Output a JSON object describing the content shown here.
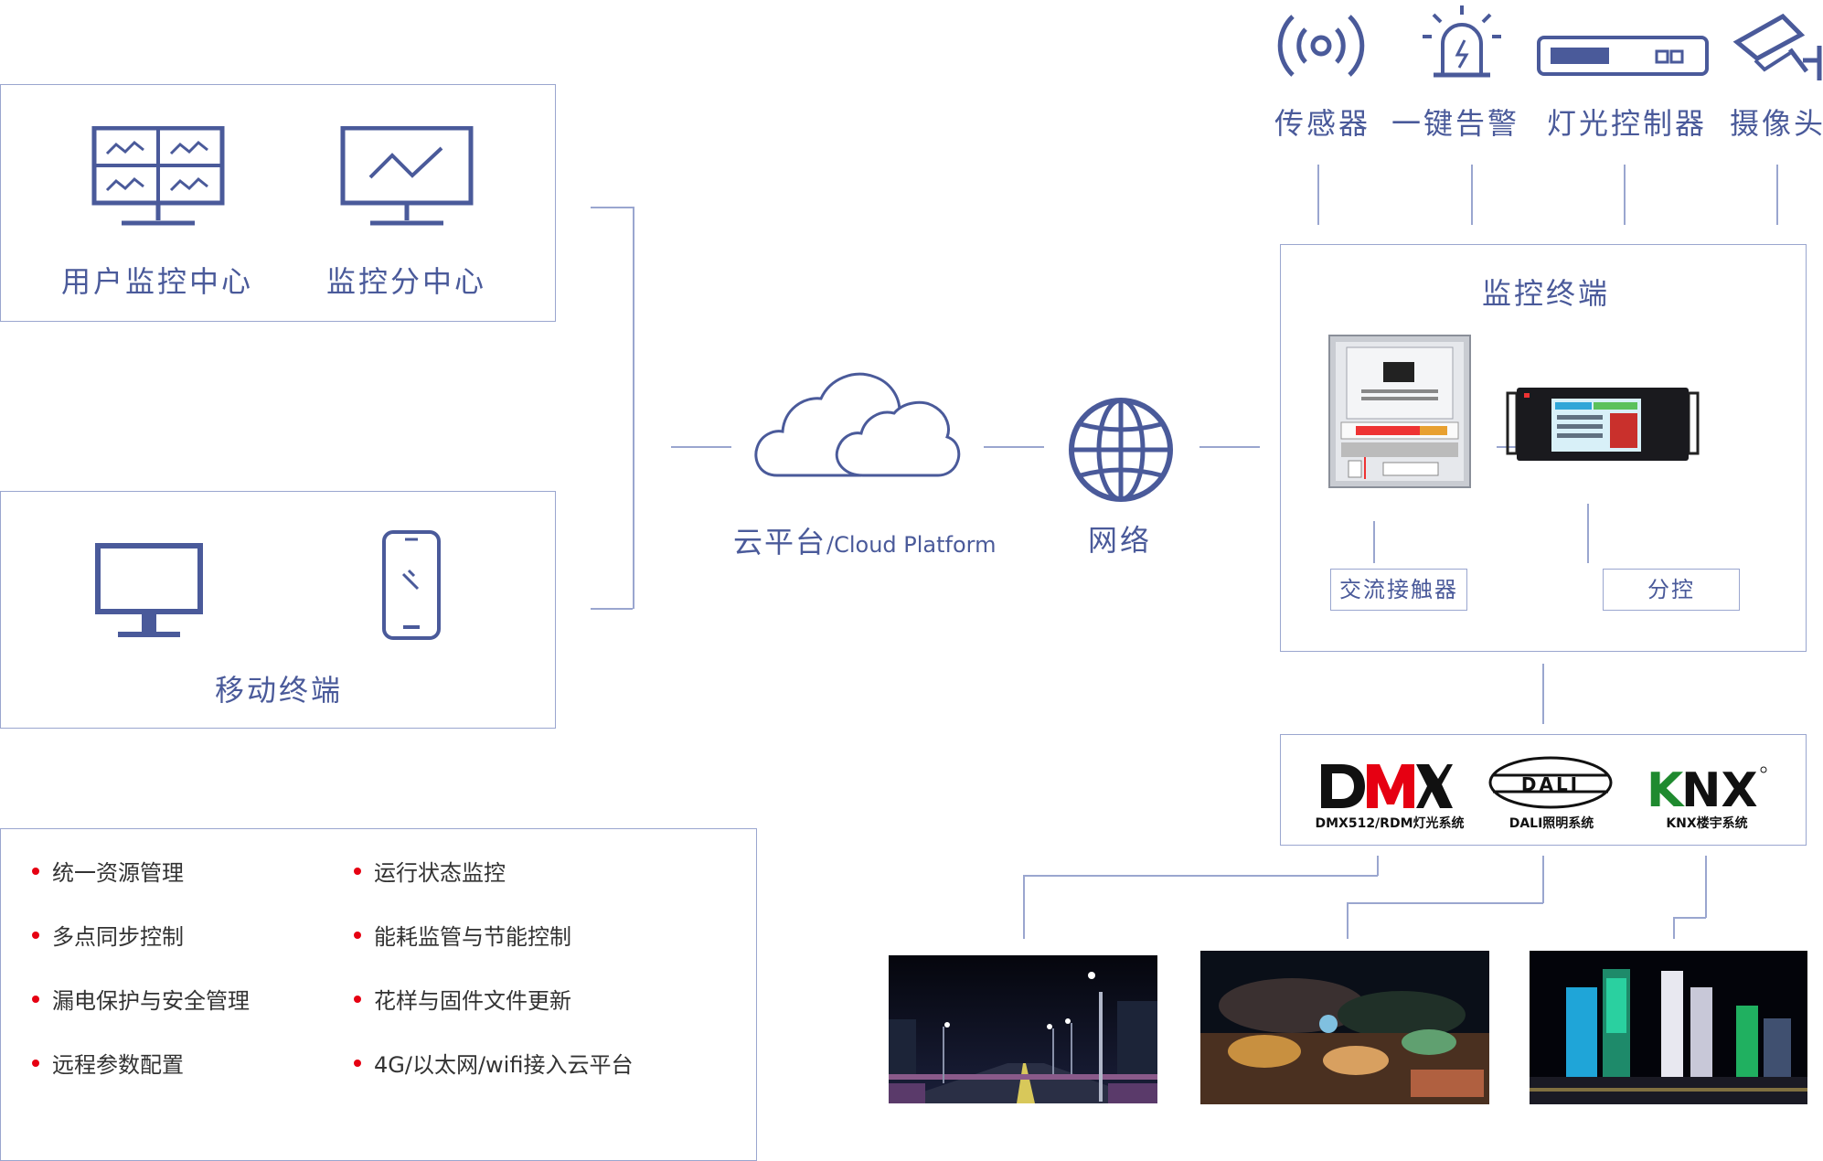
{
  "colors": {
    "line": "#9aa6cf",
    "icon": "#4a5a9a",
    "bullet": "#e60012"
  },
  "top_devices": [
    {
      "label": "传感器",
      "icon": "sensor-icon"
    },
    {
      "label": "一键告警",
      "icon": "alarm-icon"
    },
    {
      "label": "灯光控制器",
      "icon": "light-controller-icon"
    },
    {
      "label": "摄像头",
      "icon": "camera-icon"
    }
  ],
  "monitor_panel": {
    "user_center": "用户监控中心",
    "sub_center": "监控分中心"
  },
  "mobile_panel": {
    "title": "移动终端"
  },
  "cloud": {
    "label": "云平台",
    "label_en": "/Cloud Platform"
  },
  "network": {
    "label": "网络"
  },
  "terminal": {
    "title": "监控终端",
    "contactor": "交流接触器",
    "sub_control": "分控"
  },
  "protocols": [
    {
      "logo": "DMX",
      "caption": "DMX512/RDM灯光系统"
    },
    {
      "logo": "DALI",
      "caption": "DALI照明系统"
    },
    {
      "logo": "KNX",
      "caption": "KNX楼宇系统"
    }
  ],
  "features": [
    "统一资源管理",
    "运行状态监控",
    "多点同步控制",
    "能耗监管与节能控制",
    "漏电保护与安全管理",
    "花样与固件文件更新",
    "远程参数配置",
    "4G/以太网/wifi接入云平台"
  ]
}
